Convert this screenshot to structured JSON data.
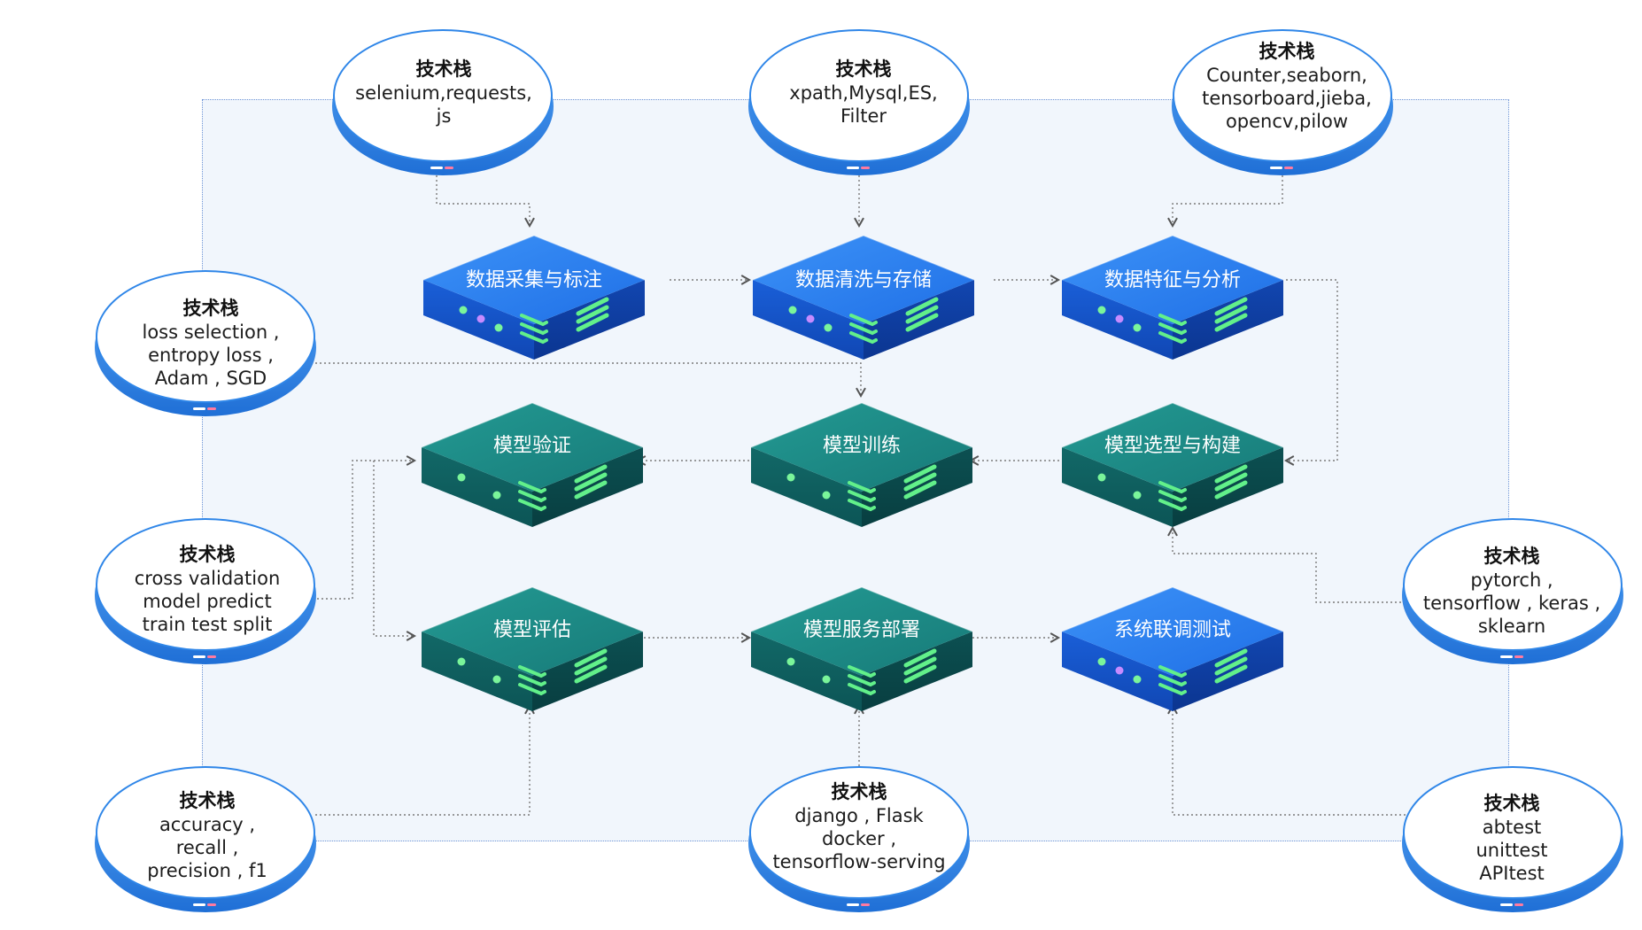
{
  "colors": {
    "blue_top": "#2f86f2",
    "blue_side": "#1553c9",
    "teal_top": "#1d8a86",
    "teal_side": "#0c5d5f",
    "ellipse_blue": "#2f86e8",
    "connector": "#7a7a7a",
    "frame": "#6f95d6",
    "frame_bg": "#f1f6fc"
  },
  "tech_stacks": [
    {
      "id": "ts-top-left",
      "title": "技术栈",
      "lines": [
        "selenium,requests,",
        "js"
      ]
    },
    {
      "id": "ts-top-mid",
      "title": "技术栈",
      "lines": [
        "xpath,Mysql,ES,",
        "Filter"
      ]
    },
    {
      "id": "ts-top-right",
      "title": "技术栈",
      "lines": [
        "Counter,seaborn,",
        "tensorboard,jieba,",
        "opencv,pilow"
      ]
    },
    {
      "id": "ts-left-1",
      "title": "技术栈",
      "lines": [
        "loss selection ,",
        "entropy loss ,",
        "Adam , SGD"
      ]
    },
    {
      "id": "ts-left-2",
      "title": "技术栈",
      "lines": [
        "cross validation",
        "model predict",
        "train test split"
      ]
    },
    {
      "id": "ts-bottom-left",
      "title": "技术栈",
      "lines": [
        "accuracy ,",
        "recall ,",
        "precision , f1"
      ]
    },
    {
      "id": "ts-bottom-mid",
      "title": "技术栈",
      "lines": [
        "django , Flask",
        "docker ,",
        "tensorflow-serving"
      ]
    },
    {
      "id": "ts-right-1",
      "title": "技术栈",
      "lines": [
        "pytorch ,",
        "tensorflow , keras ,",
        "sklearn"
      ]
    },
    {
      "id": "ts-bottom-right",
      "title": "技术栈",
      "lines": [
        "abtest",
        "unittest",
        "APItest"
      ]
    }
  ],
  "servers": [
    {
      "id": "srv-collect",
      "label": "数据采集与标注",
      "color": "blue"
    },
    {
      "id": "srv-clean",
      "label": "数据清洗与存储",
      "color": "blue"
    },
    {
      "id": "srv-feature",
      "label": "数据特征与分析",
      "color": "blue"
    },
    {
      "id": "srv-validate",
      "label": "模型验证",
      "color": "teal"
    },
    {
      "id": "srv-train",
      "label": "模型训练",
      "color": "teal"
    },
    {
      "id": "srv-select",
      "label": "模型选型与构建",
      "color": "teal"
    },
    {
      "id": "srv-evaluate",
      "label": "模型评估",
      "color": "teal"
    },
    {
      "id": "srv-deploy",
      "label": "模型服务部署",
      "color": "teal"
    },
    {
      "id": "srv-test",
      "label": "系统联调测试",
      "color": "blue"
    }
  ]
}
